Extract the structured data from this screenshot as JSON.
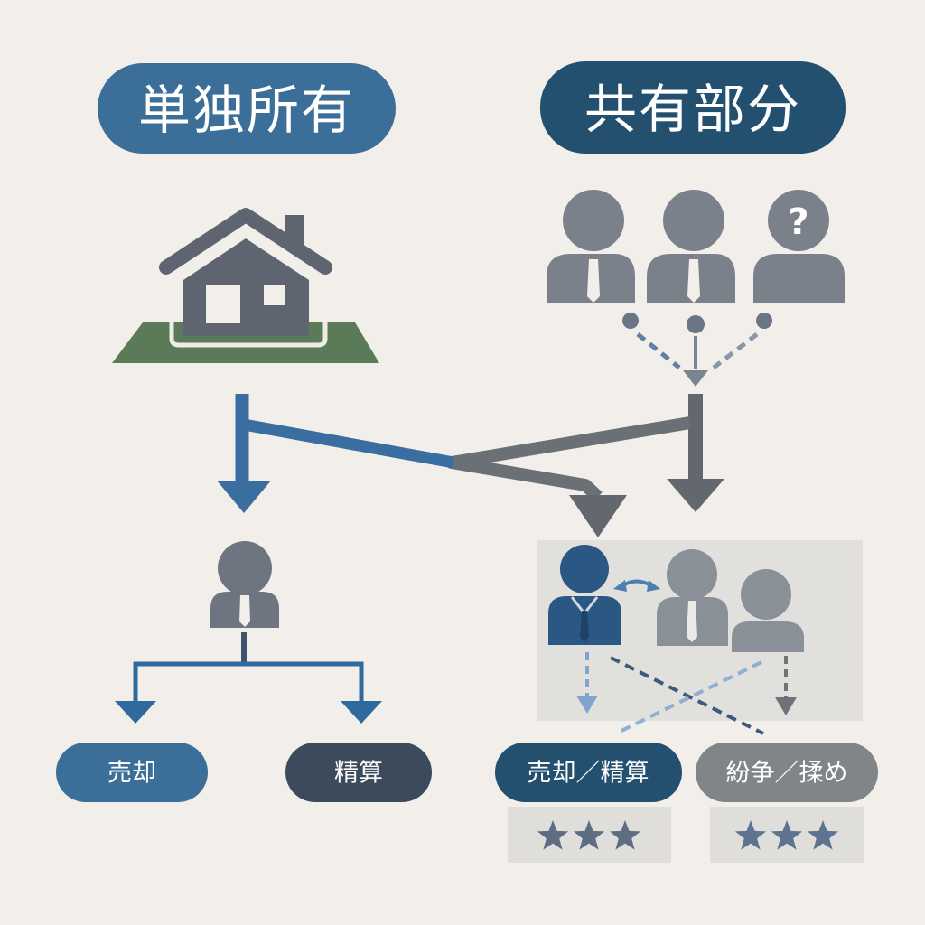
{
  "labels": {
    "single_ownership": "単独所有",
    "shared_part": "共有部分",
    "unknown_mark": "?",
    "sale": "売却",
    "settlement": "精算",
    "sale_settlement": "売却／精算",
    "dispute": "紛争／揉め"
  },
  "ratings": [
    {
      "stars": 3,
      "color": "#5e6d82"
    },
    {
      "stars": 3,
      "color": "#5d7491"
    }
  ],
  "icons": {
    "house": "house-icon",
    "person": "person-icon",
    "unknown_person": "question-person-icon",
    "star": "star-icon"
  },
  "colors": {
    "background": "#f2efea",
    "single_blue": "#3b6e98",
    "shared_navy": "#24506f",
    "slate": "#3b4b5c",
    "gray_pill": "#818588",
    "person_gray": "#7b818a",
    "house_gray": "#5e6470",
    "ground_green": "#5b7b58",
    "arrow_gray": "#63686f",
    "arrow_blue": "#3a6ea0",
    "owner_blue": "#2a5783",
    "panel_bg": "#e2e0dd"
  }
}
